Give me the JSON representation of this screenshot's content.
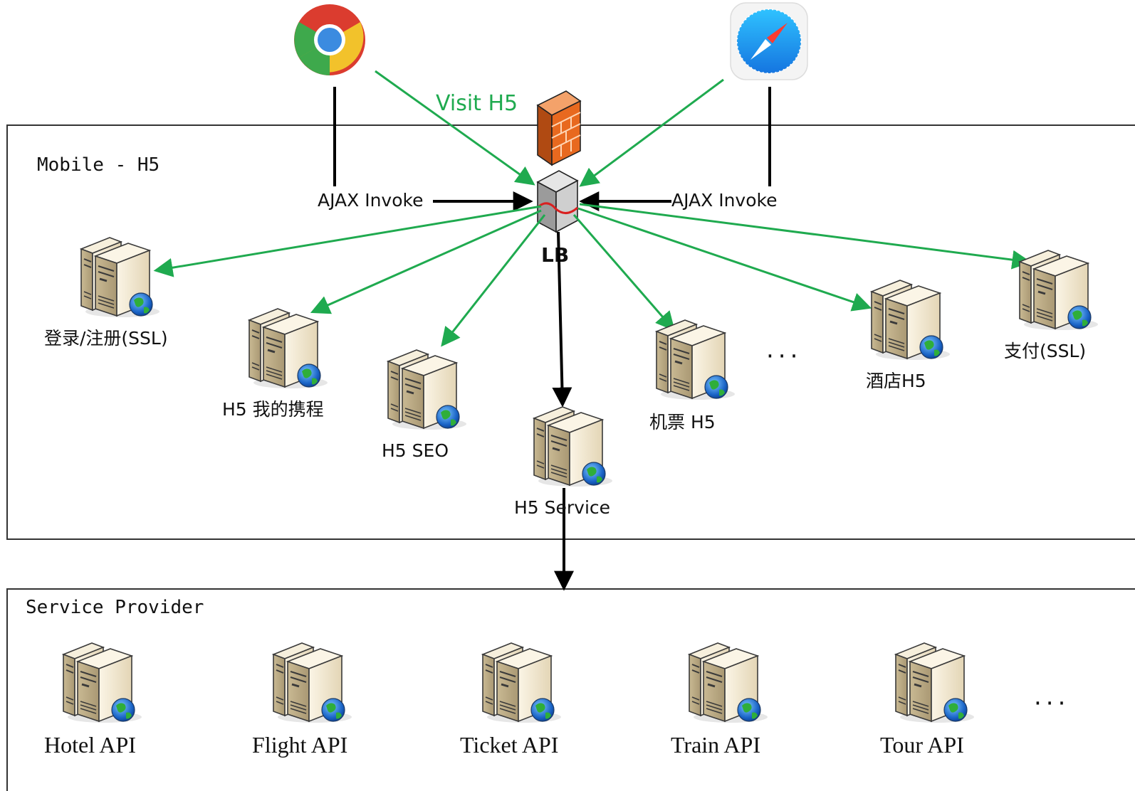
{
  "colors": {
    "green_arrow": "#1faa4f",
    "black_arrow": "#000000",
    "firewall": "#e8691f",
    "server_body": "#efe6cf"
  },
  "browsers": [
    {
      "icon": "chrome-icon"
    },
    {
      "icon": "safari-icon"
    }
  ],
  "mobile_group": {
    "title": "Mobile  -  H5",
    "load_balancer_label": "LB",
    "firewall_icon": "firewall-icon",
    "ajax_left": "AJAX Invoke",
    "ajax_right": "AJAX Invoke",
    "visit_label": "Visit H5",
    "servers": [
      {
        "label": "登录/注册(SSL)"
      },
      {
        "label": "H5 我的携程"
      },
      {
        "label": "H5 SEO"
      },
      {
        "label": "H5 Service"
      },
      {
        "label": "机票 H5"
      },
      {
        "label": "酒店H5"
      },
      {
        "label": "支付(SSL)"
      }
    ],
    "ellipsis": "···"
  },
  "provider_group": {
    "title": "Service Provider",
    "apis": [
      {
        "label": "Hotel API"
      },
      {
        "label": "Flight API"
      },
      {
        "label": "Ticket API"
      },
      {
        "label": "Train API"
      },
      {
        "label": "Tour API"
      }
    ],
    "ellipsis": "···"
  }
}
